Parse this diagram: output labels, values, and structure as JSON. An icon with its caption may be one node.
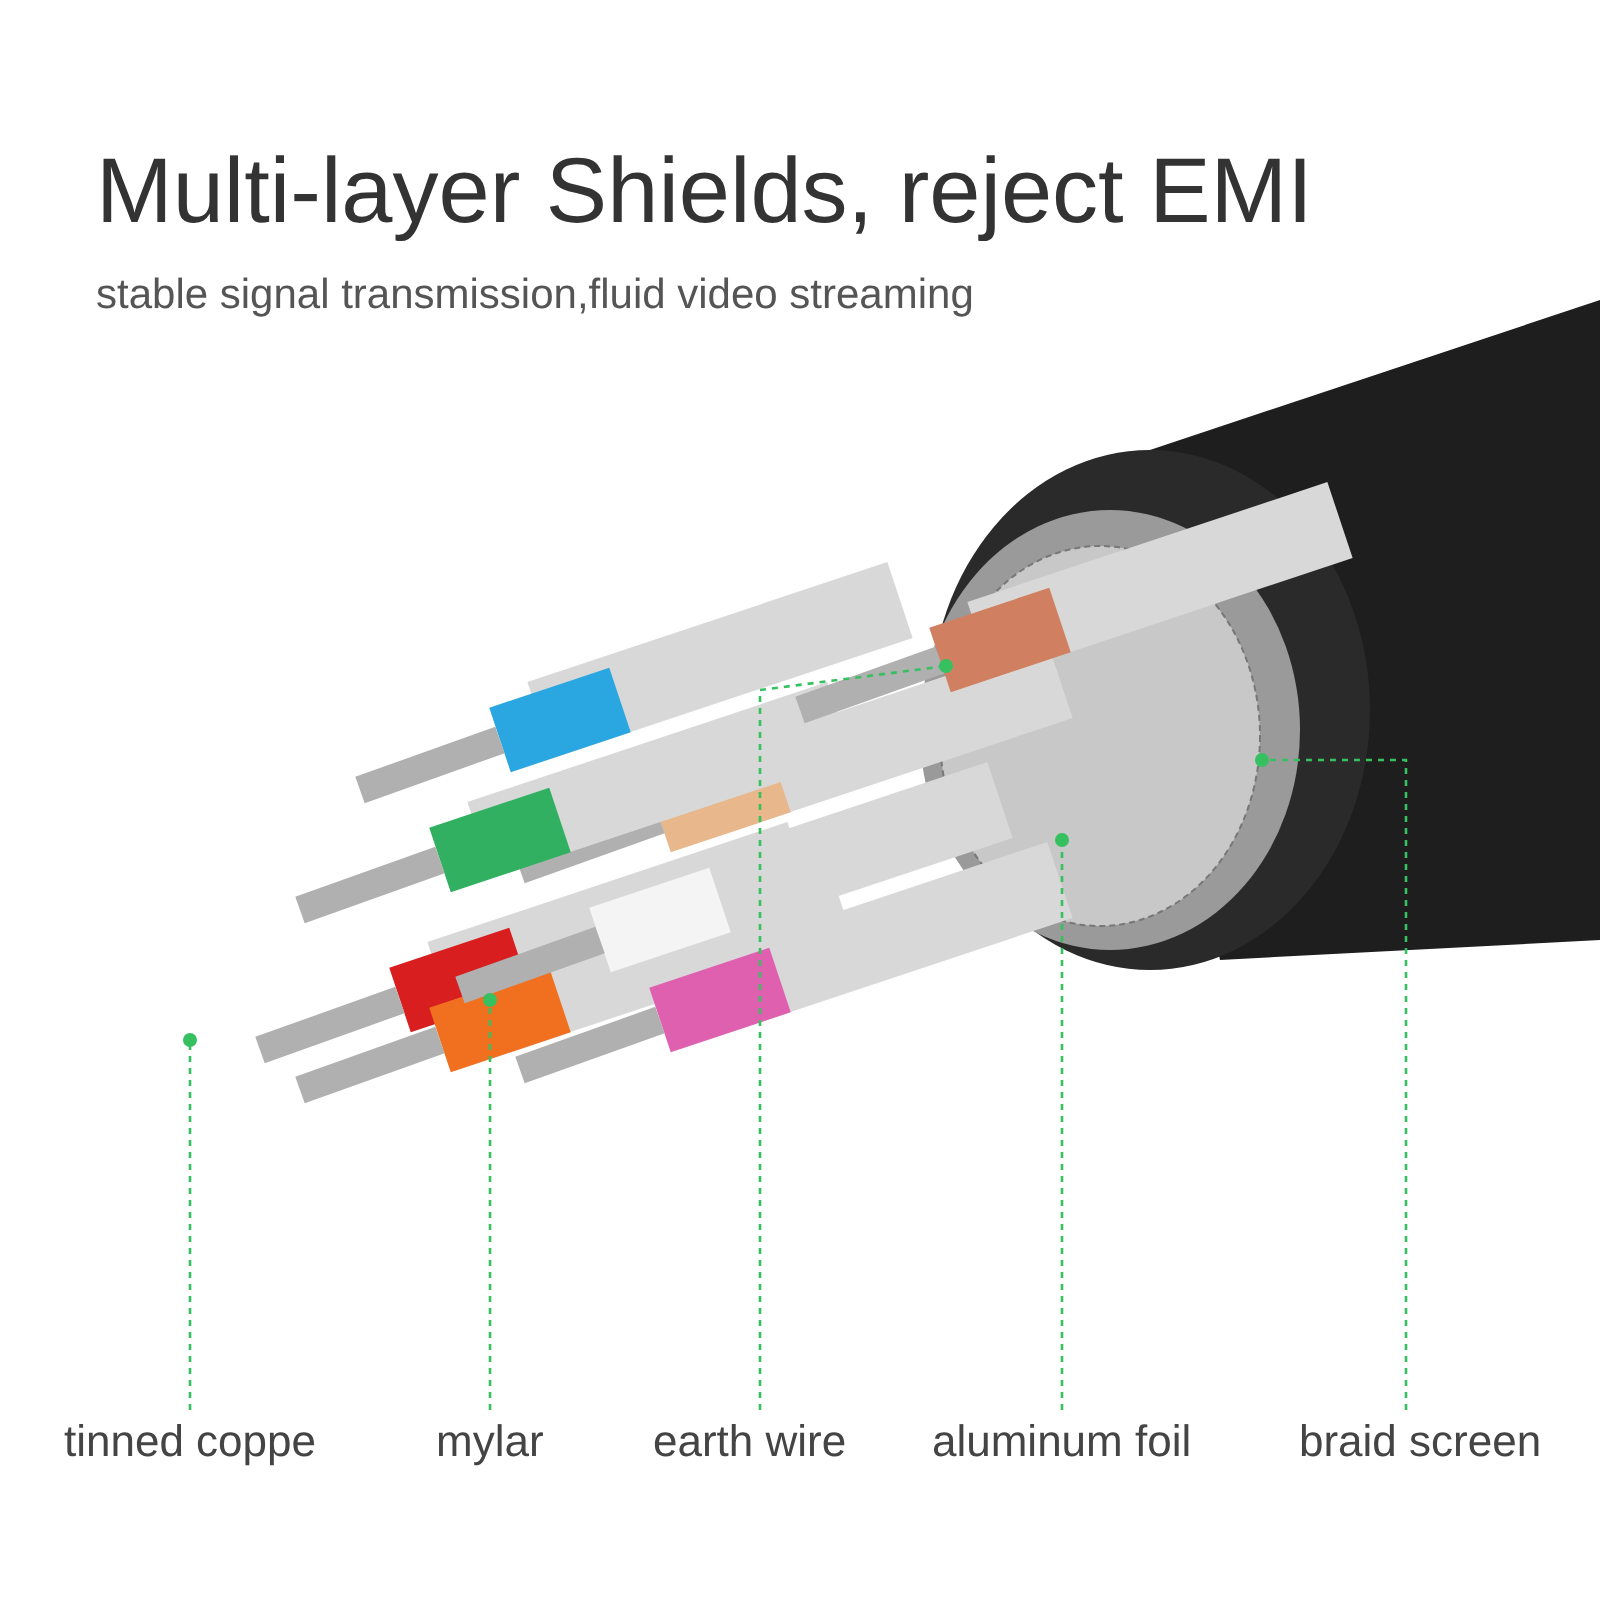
{
  "diagram": {
    "title": "Multi-layer Shields, reject EMI",
    "nodes": [
      {
        "text": [
          "tinned coppe"
        ]
      },
      {
        "text": [
          "mylar"
        ]
      },
      {
        "text": [
          "earth wire"
        ]
      },
      {
        "text": [
          "aluminum foil"
        ]
      },
      {
        "text": [
          "braid screen"
        ]
      }
    ],
    "edges": [
      {
        "from": 0,
        "to": null,
        "arrow": "other",
        "style": "dashed"
      },
      {
        "from": 1,
        "to": null,
        "arrow": "other",
        "style": "dashed"
      },
      {
        "from": 2,
        "to": null,
        "arrow": "other",
        "style": "dashed"
      },
      {
        "from": 3,
        "to": null,
        "arrow": "other",
        "style": "dashed"
      },
      {
        "from": 4,
        "to": null,
        "arrow": "other",
        "style": "dashed"
      }
    ],
    "labels": [
      "stable signal transmission,fluid video streaming"
    ]
  }
}
